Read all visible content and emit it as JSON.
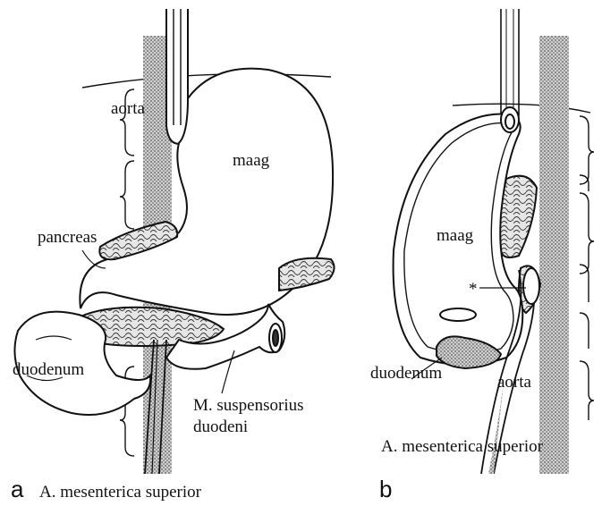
{
  "panel_a": {
    "letter": "a",
    "labels": {
      "aorta": "aorta",
      "stomach": "maag",
      "pancreas": "pancreas",
      "duodenum": "duodenum",
      "muscle": "M. suspensorius",
      "muscle2": "duodeni",
      "artery": "A. mesenterica superior"
    }
  },
  "panel_b": {
    "letter": "b",
    "labels": {
      "stomach": "maag",
      "asterisk": "*",
      "duodenum": "duodenum",
      "aorta": "aorta",
      "artery": "A. mesenterica superior"
    }
  },
  "colors": {
    "line": "#111111",
    "stipple": "#b8b8b8",
    "fill": "#ffffff"
  }
}
